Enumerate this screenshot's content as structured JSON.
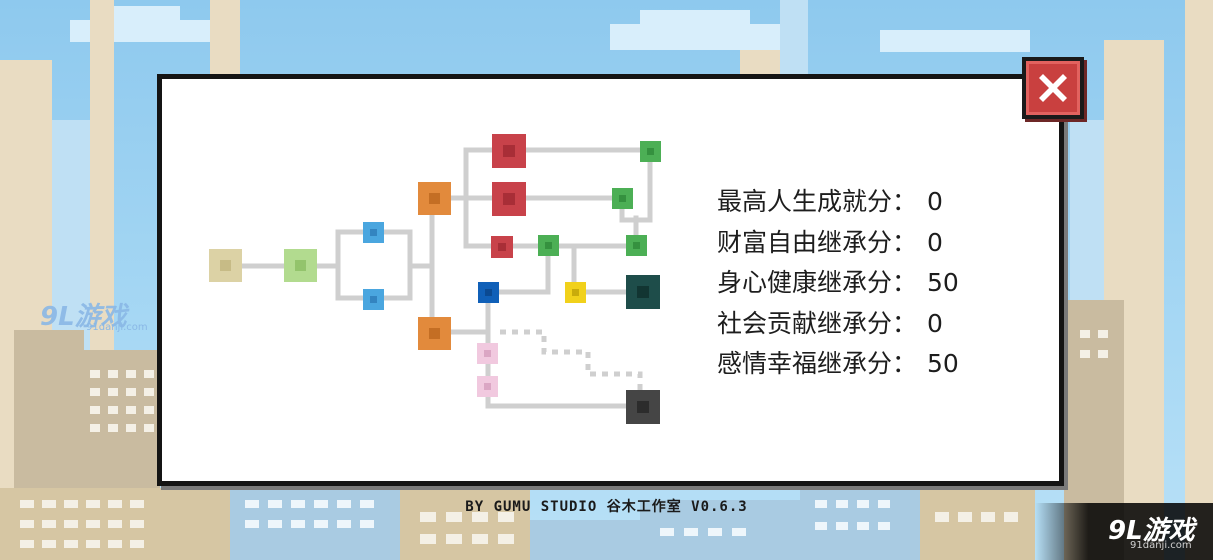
{
  "stats": [
    {
      "label": "最高人生成就分：",
      "value": "0"
    },
    {
      "label": "财富自由继承分：",
      "value": "0"
    },
    {
      "label": "身心健康继承分：",
      "value": "50"
    },
    {
      "label": "社会贡献继承分：",
      "value": "0"
    },
    {
      "label": "感情幸福继承分：",
      "value": "50"
    }
  ],
  "footer": {
    "credit": "BY GUMU STUDIO 谷木工作室 V0.6.3"
  },
  "watermark": {
    "left_logo": "9L游戏",
    "left_url": "91danji.com",
    "right_logo": "9L游戏",
    "right_url": "91danji.com"
  },
  "colors": {
    "close_button": "#c9403f",
    "node_beige": "#dcd2a5",
    "node_lightgreen": "#b2db8f",
    "node_lightblue": "#4aa6df",
    "node_orange": "#e28a3c",
    "node_red": "#c8424a",
    "node_green": "#4caf55",
    "node_blue": "#1060b8",
    "node_yellow": "#f1d11b",
    "node_darkteal": "#1e4d4a",
    "node_pink": "#f1c9df",
    "node_darkgray": "#454545"
  },
  "icons": {
    "close": "close-x-icon"
  }
}
